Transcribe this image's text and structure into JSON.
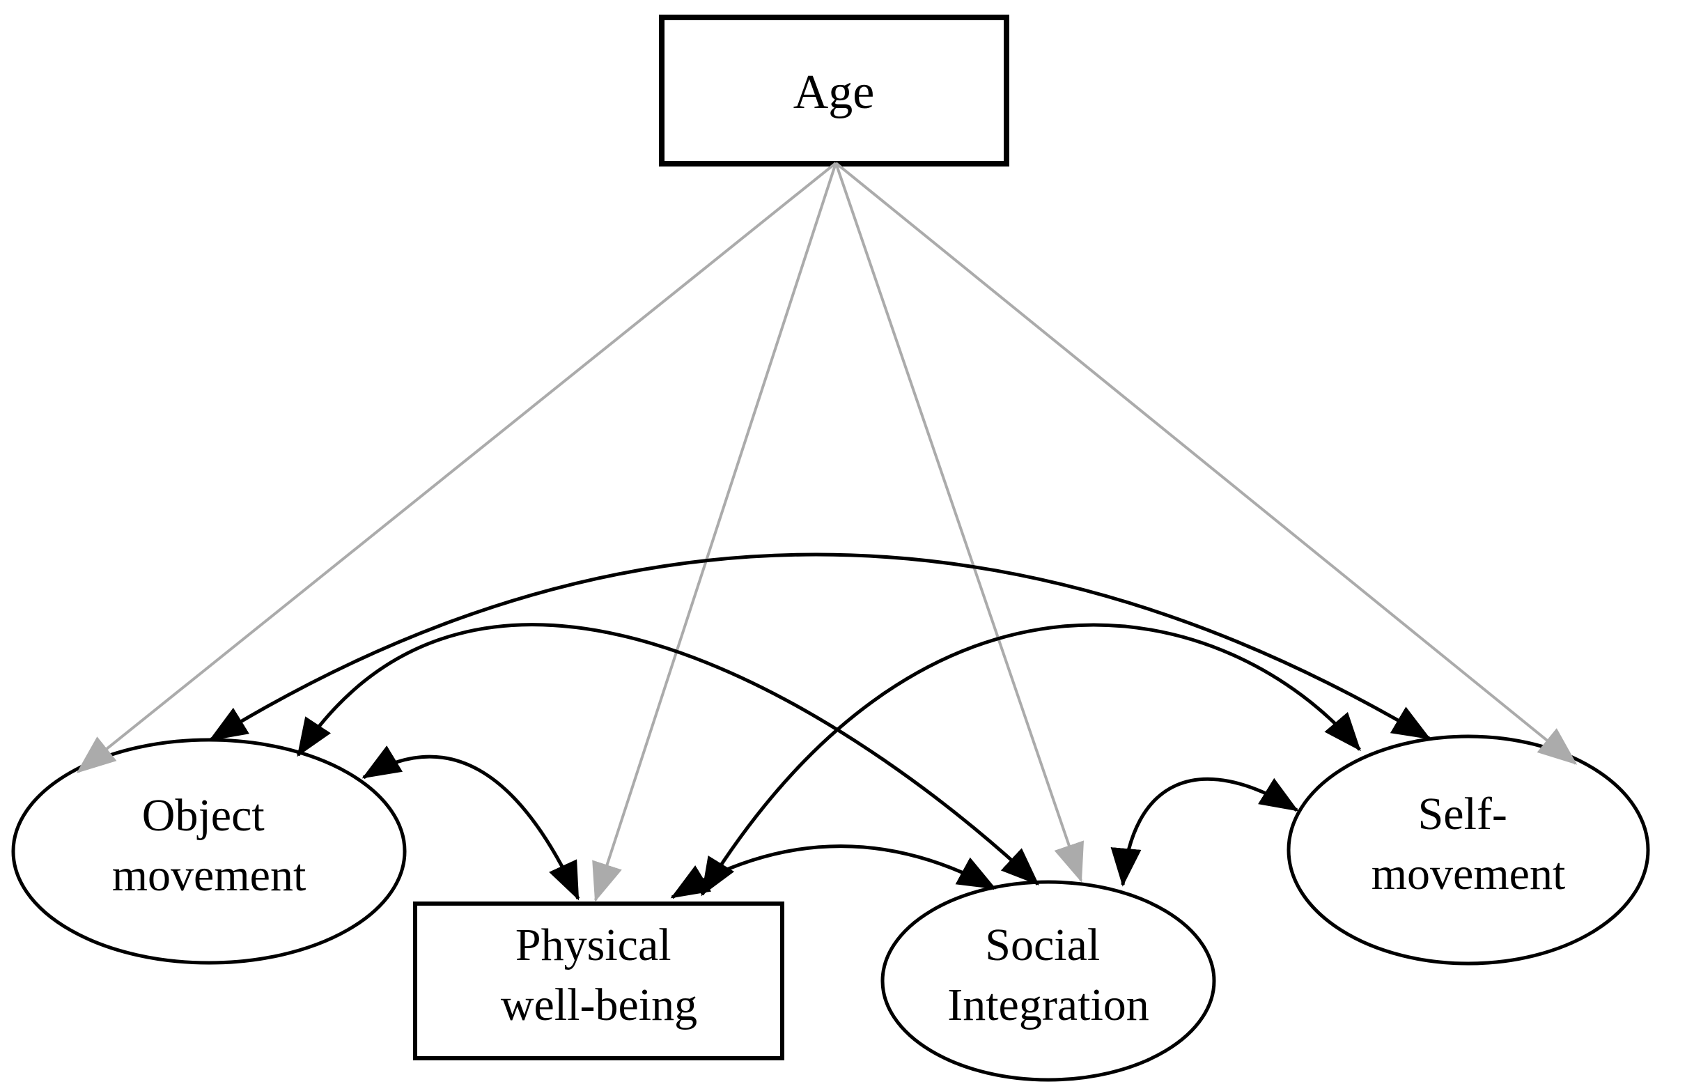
{
  "figure": {
    "type": "structural-path-diagram",
    "background": "#ffffff",
    "colors": {
      "covariance_path": "#000000",
      "regression_path": "#ababab",
      "node_fill": "#ffffff",
      "node_stroke": "#000000",
      "text": "#000000"
    },
    "nodes": {
      "age": {
        "shape": "rectangle",
        "label": "Age"
      },
      "object_movement": {
        "shape": "ellipse",
        "lines": [
          "Object",
          "movement"
        ]
      },
      "physical_wellbeing": {
        "shape": "rectangle",
        "lines": [
          "Physical",
          "well-being"
        ]
      },
      "social_integration": {
        "shape": "ellipse",
        "lines": [
          "Social",
          "Integration"
        ]
      },
      "self_movement": {
        "shape": "ellipse",
        "lines": [
          "Self-",
          "movement"
        ]
      }
    },
    "edges": {
      "regressions": [
        {
          "from": "age",
          "to": "object_movement",
          "arrow": "single",
          "color": "#ababab"
        },
        {
          "from": "age",
          "to": "physical_wellbeing",
          "arrow": "single",
          "color": "#ababab"
        },
        {
          "from": "age",
          "to": "social_integration",
          "arrow": "single",
          "color": "#ababab"
        },
        {
          "from": "age",
          "to": "self_movement",
          "arrow": "single",
          "color": "#ababab"
        }
      ],
      "covariances": [
        {
          "a": "object_movement",
          "b": "self_movement",
          "arrow": "double",
          "color": "#000000"
        },
        {
          "a": "object_movement",
          "b": "social_integration",
          "arrow": "double",
          "color": "#000000"
        },
        {
          "a": "object_movement",
          "b": "physical_wellbeing",
          "arrow": "double",
          "color": "#000000"
        },
        {
          "a": "physical_wellbeing",
          "b": "self_movement",
          "arrow": "double",
          "color": "#000000"
        },
        {
          "a": "physical_wellbeing",
          "b": "social_integration",
          "arrow": "double",
          "color": "#000000"
        },
        {
          "a": "social_integration",
          "b": "self_movement",
          "arrow": "double",
          "color": "#000000"
        }
      ]
    }
  }
}
